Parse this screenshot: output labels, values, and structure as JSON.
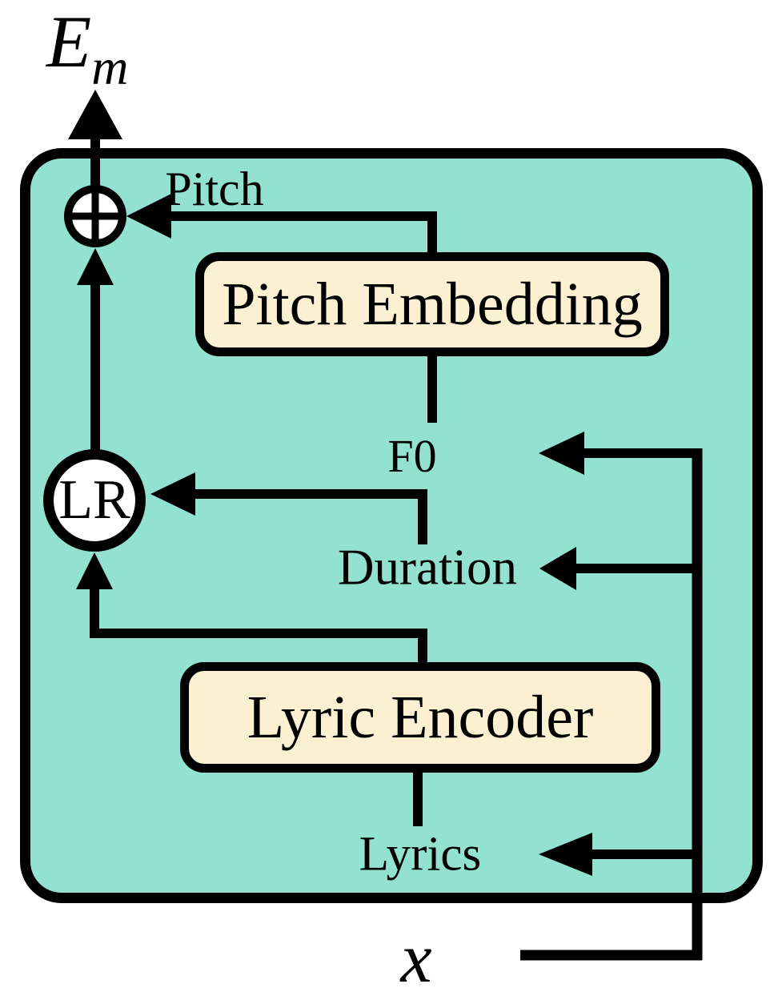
{
  "diagram": {
    "type": "architecture-diagram",
    "output_label": {
      "base": "E",
      "subscript": "m"
    },
    "input_label": "x",
    "nodes": {
      "pitch_embedding": "Pitch Embedding",
      "lyric_encoder": "Lyric Encoder",
      "length_regulator": "LR"
    },
    "operators": {
      "add_operator_icon": "circled-plus"
    },
    "signal_labels": {
      "pitch": "Pitch",
      "f0": "F0",
      "duration": "Duration",
      "lyrics": "Lyrics"
    },
    "colors": {
      "page_bg": "#ffffff",
      "container_fill": "#93e1d1",
      "node_fill": "#fbf0d2",
      "operator_fill": "#ffffff",
      "stroke": "#000000"
    }
  }
}
